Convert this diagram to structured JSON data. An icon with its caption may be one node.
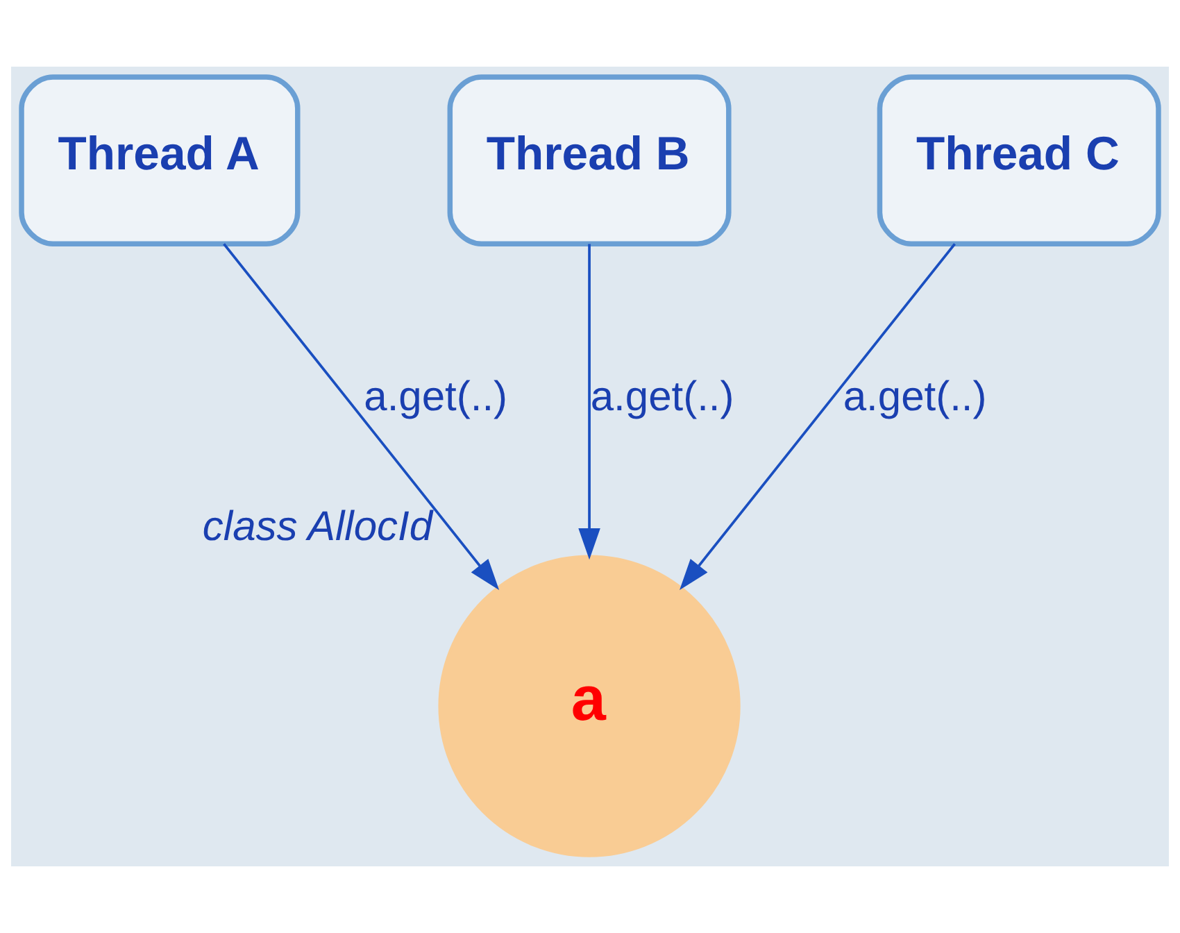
{
  "diagram": {
    "nodes": [
      {
        "text": [
          "Thread A"
        ]
      },
      {
        "text": [
          "Thread B"
        ]
      },
      {
        "text": [
          "a"
        ],
        "beside": [
          "class AllocId"
        ]
      },
      {
        "text": [
          "Thread C"
        ]
      }
    ],
    "edges": [
      {
        "from": 0,
        "to": 2,
        "arrow": "to",
        "label": "a.get(..)"
      },
      {
        "from": 1,
        "to": 2,
        "arrow": "to",
        "label": "a.get(..)"
      },
      {
        "from": 3,
        "to": 2,
        "arrow": "to",
        "label": "a.get(..)"
      }
    ]
  }
}
